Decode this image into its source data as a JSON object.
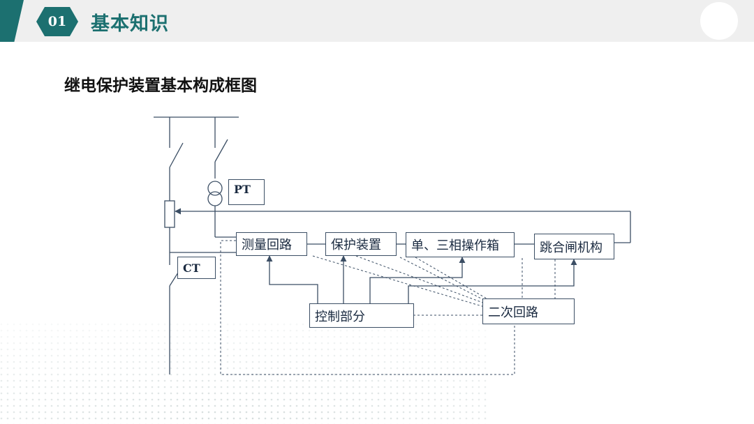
{
  "header": {
    "number": "01",
    "title": "基本知识"
  },
  "page_title": "继电保护装置基本构成框图",
  "diagram": {
    "labels": {
      "pt": "PT",
      "ct": "CT",
      "measure": "测量回路",
      "protect": "保护装置",
      "operate": "单、三相操作箱",
      "trip": "跳合闸机构",
      "control": "控制部分",
      "secondary": "二次回路"
    }
  },
  "colors": {
    "accent": "#1c7070",
    "line": "#3b4e64",
    "header_bg": "#efefef"
  }
}
